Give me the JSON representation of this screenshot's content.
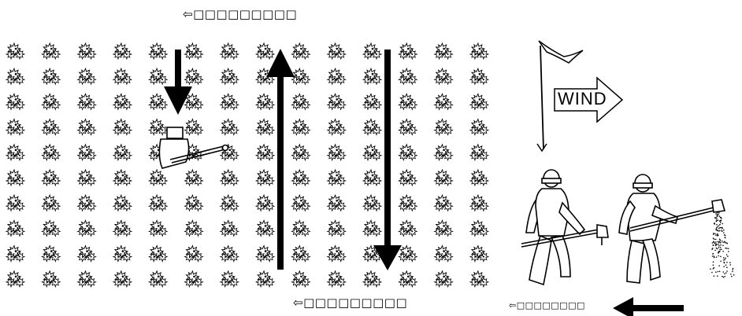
{
  "labels": {
    "top_direction": "⇦□□□□□□□□□",
    "bottom_direction": "⇦□□□□□□□□□",
    "right_direction": "⇦□□□□□□□□",
    "wind": "WIND"
  },
  "field": {
    "rows": 10,
    "columns": 14
  },
  "icons": {
    "plant": "plant-cluster-icon",
    "flag": "wind-flag-icon",
    "wind_arrow": "wind-arrow-icon",
    "sprayer": "sprayer-person-icon"
  },
  "colors": {
    "ink": "#000000",
    "background": "#ffffff"
  }
}
